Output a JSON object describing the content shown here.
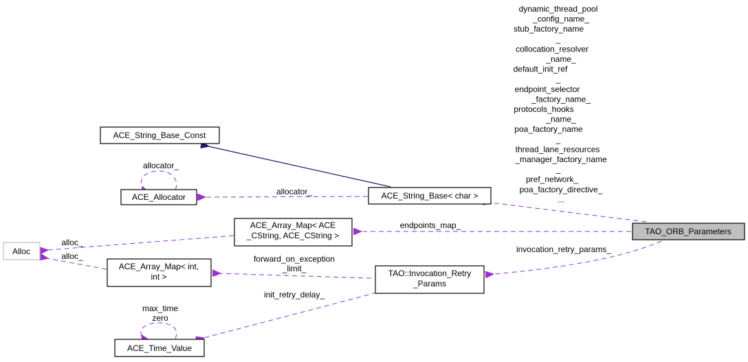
{
  "diagram": {
    "type": "collaboration-diagram",
    "colors": {
      "usage_edge": "#9a32cd",
      "inheritance_edge": "#191970",
      "focus_node_fill": "#bfbfbf",
      "external_node_border": "#bfbfbf"
    },
    "nodes": {
      "tao_orb_parameters": {
        "label": [
          "TAO_ORB_Parameters"
        ]
      },
      "ace_string_base_const": {
        "label": [
          "ACE_String_Base_Const"
        ]
      },
      "ace_allocator": {
        "label": [
          "ACE_Allocator"
        ]
      },
      "ace_string_base_char": {
        "label": [
          "ACE_String_Base< char >"
        ]
      },
      "ace_array_map_cstring": {
        "label": [
          "ACE_Array_Map< ACE",
          "_CString, ACE_CString >"
        ]
      },
      "alloc": {
        "label": [
          "Alloc"
        ]
      },
      "ace_array_map_int": {
        "label": [
          "ACE_Array_Map< int,",
          "int >"
        ]
      },
      "tao_invocation_retry_params": {
        "label": [
          "TAO::Invocation_Retry",
          "_Params"
        ]
      },
      "ace_time_value": {
        "label": [
          "ACE_Time_Value"
        ]
      }
    },
    "edge_labels": {
      "string_members": [
        "dynamic_thread_pool",
        "_config_name_",
        "stub_factory_name",
        "_",
        "collocation_resolver",
        "_name_",
        "default_init_ref",
        "_",
        "endpoint_selector",
        "_factory_name_",
        "protocols_hooks",
        "_name_",
        "poa_factory_name",
        "_",
        "thread_lane_resources",
        "_manager_factory_name",
        "_",
        "pref_network_",
        "poa_factory_directive_",
        "..."
      ],
      "allocator_self": "allocator_",
      "allocator_from_string": "allocator_",
      "endpoints_map": "endpoints_map_",
      "alloc_1": "alloc_",
      "alloc_2": "alloc_",
      "forward_on_exception": [
        "forward_on_exception",
        "_limit_"
      ],
      "invocation_retry_params": "invocation_retry_params_",
      "init_retry_delay": "init_retry_delay_",
      "time_self": [
        "max_time",
        "zero"
      ]
    }
  }
}
